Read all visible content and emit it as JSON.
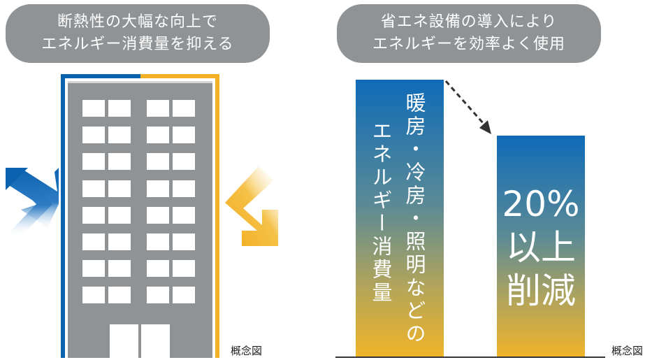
{
  "left_panel": {
    "bubble_line1": "断熱性の大幅な向上で",
    "bubble_line2": "エネルギー消費量を抑える",
    "note": "概念図"
  },
  "right_panel": {
    "bubble_line1": "省エネ設備の導入により",
    "bubble_line2": "エネルギーを効率よく使用",
    "bar1_col1": "暖房・冷房・照明などの",
    "bar1_col2": "エネルギー消費量",
    "reduction_pct": "20%",
    "reduction_line2": "以上",
    "reduction_line3": "削減",
    "note": "概念図"
  },
  "colors": {
    "bubble_gray": "#8f9396",
    "building_gray": "#8f9396",
    "insulation_blue": "#0b63b0",
    "insulation_yellow": "#f2b124",
    "bar_top_blue": "#0f6bb8",
    "bar_bottom_yellow": "#f0b429"
  },
  "icons": {
    "left_arrow": "arrow-up-left-icon",
    "right_arrow": "arrow-down-right-icon",
    "dashed_arrow": "dashed-arrow-down-right-icon"
  }
}
